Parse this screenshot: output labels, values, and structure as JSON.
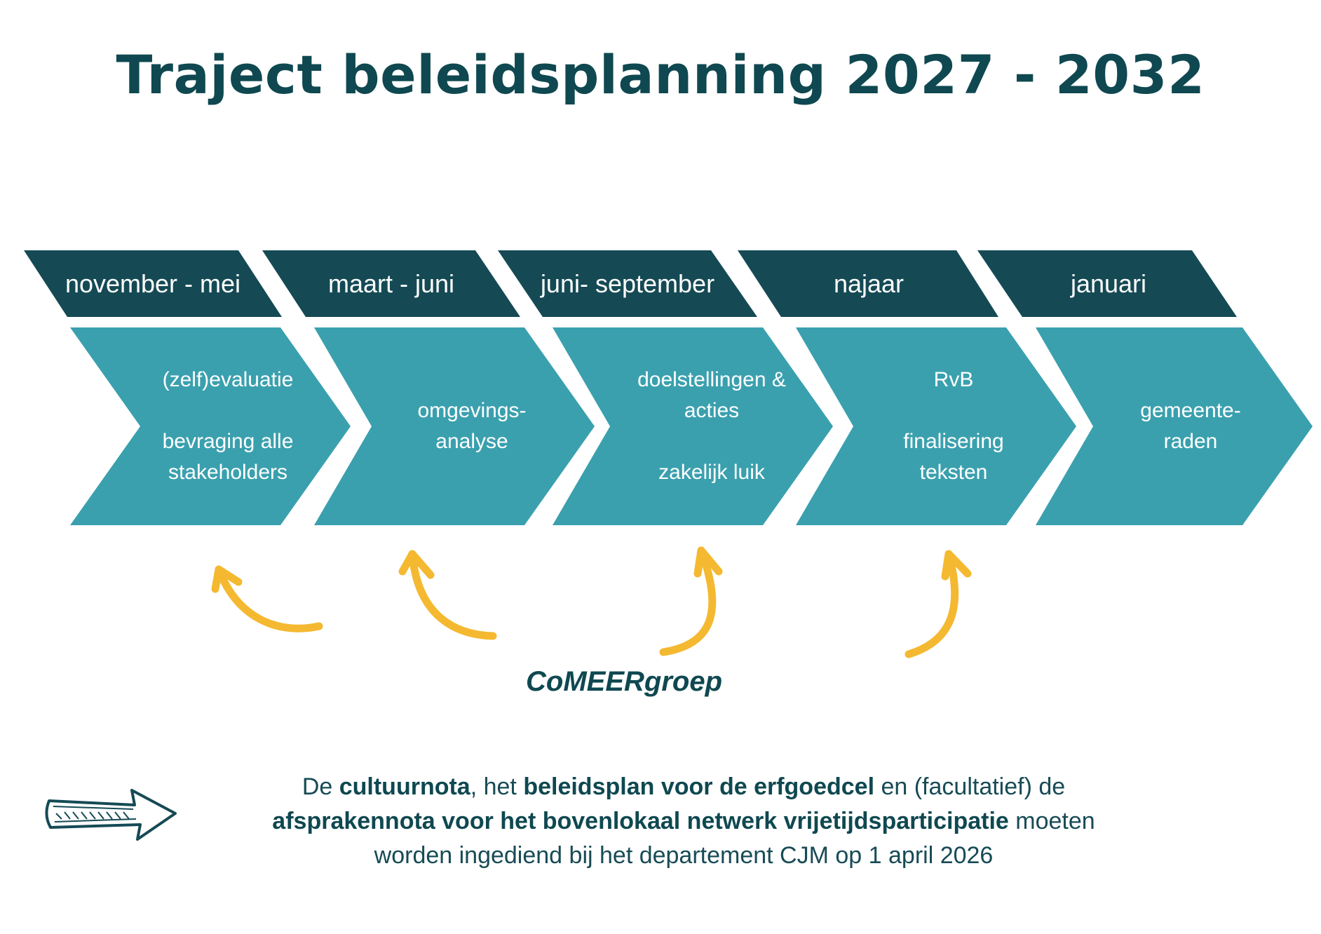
{
  "title": "Traject beleidsplanning 2027 - 2032",
  "phases": [
    {
      "period": "november - mei",
      "lines": [
        "(zelf)evaluatie",
        "",
        "bevraging alle",
        "stakeholders"
      ]
    },
    {
      "period": "maart - juni",
      "lines": [
        "omgevings-",
        "analyse"
      ]
    },
    {
      "period": "juni- september",
      "lines": [
        "doelstellingen &",
        "acties",
        "",
        "zakelijk luik"
      ]
    },
    {
      "period": "najaar",
      "lines": [
        "RvB",
        "",
        "finalisering",
        "teksten"
      ]
    },
    {
      "period": "januari",
      "lines": [
        "gemeente-",
        "raden"
      ]
    }
  ],
  "participation_label": "CoMEERgroep",
  "note": {
    "p1": "De ",
    "b1": "cultuurnota",
    "p2": ", het ",
    "b2": "beleidsplan voor de erfgoedcel",
    "p3": " en (facultatief) de",
    "b3": "afsprakennota voor het bovenlokaal netwerk vrijetijdsparticipatie",
    "p4": " moeten",
    "p5": "worden ingediend bij het departement CJM op 1 april 2026"
  },
  "colors": {
    "dark_teal": "#154a55",
    "teal": "#3aa0ae",
    "yellow": "#f4b930",
    "title": "#0f4850"
  }
}
